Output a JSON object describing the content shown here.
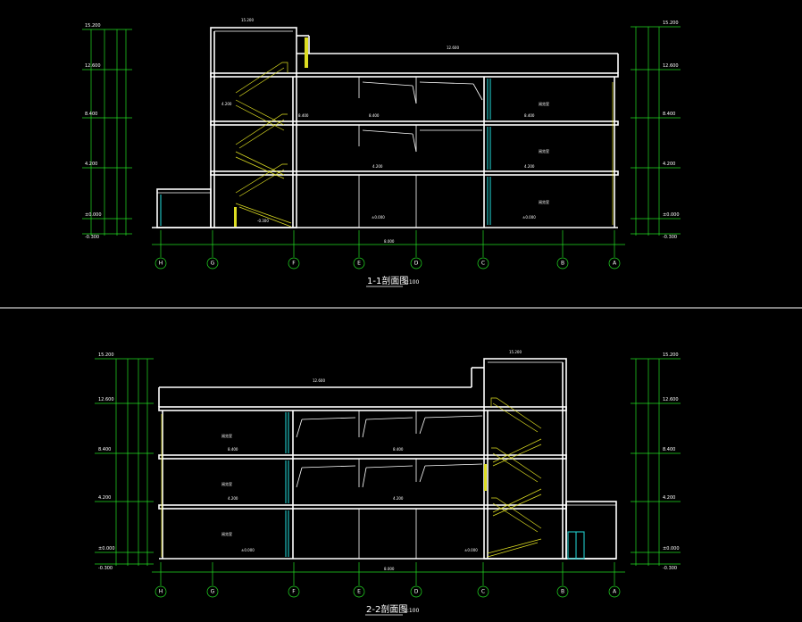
{
  "colors": {
    "background": "#000000",
    "walls": "#ffffff",
    "dimensions": "#22dd22",
    "stairs": "#dddd22",
    "glazing": "#22cccc",
    "divider": "#ffffff"
  },
  "sections": [
    {
      "id": "s1",
      "title": "1-1剖面图",
      "scale": "1:100",
      "axes": [
        "H",
        "G",
        "F",
        "E",
        "D",
        "C",
        "B",
        "A"
      ],
      "left_elevations": [
        "15.200",
        "12.600",
        "8.400",
        "4.200",
        "±0.000",
        "-0.300"
      ],
      "right_elevations": [
        "15.200",
        "12.600",
        "8.400",
        "4.200",
        "±0.000",
        "-0.300"
      ],
      "overall_dim": "8.000",
      "room_labels": [
        "阅览室",
        "阅览室",
        "阅览室"
      ]
    },
    {
      "id": "s2",
      "title": "2-2剖面图",
      "scale": "1:100",
      "axes": [
        "H",
        "G",
        "F",
        "E",
        "D",
        "C",
        "B",
        "A"
      ],
      "left_elevations": [
        "15.200",
        "12.600",
        "8.400",
        "4.200",
        "±0.000",
        "-0.300"
      ],
      "right_elevations": [
        "15.200",
        "12.600",
        "8.400",
        "4.200",
        "±0.000",
        "-0.300"
      ],
      "overall_dim": "8.000",
      "room_labels": [
        "阅览室",
        "阅览室",
        "阅览室"
      ]
    }
  ]
}
